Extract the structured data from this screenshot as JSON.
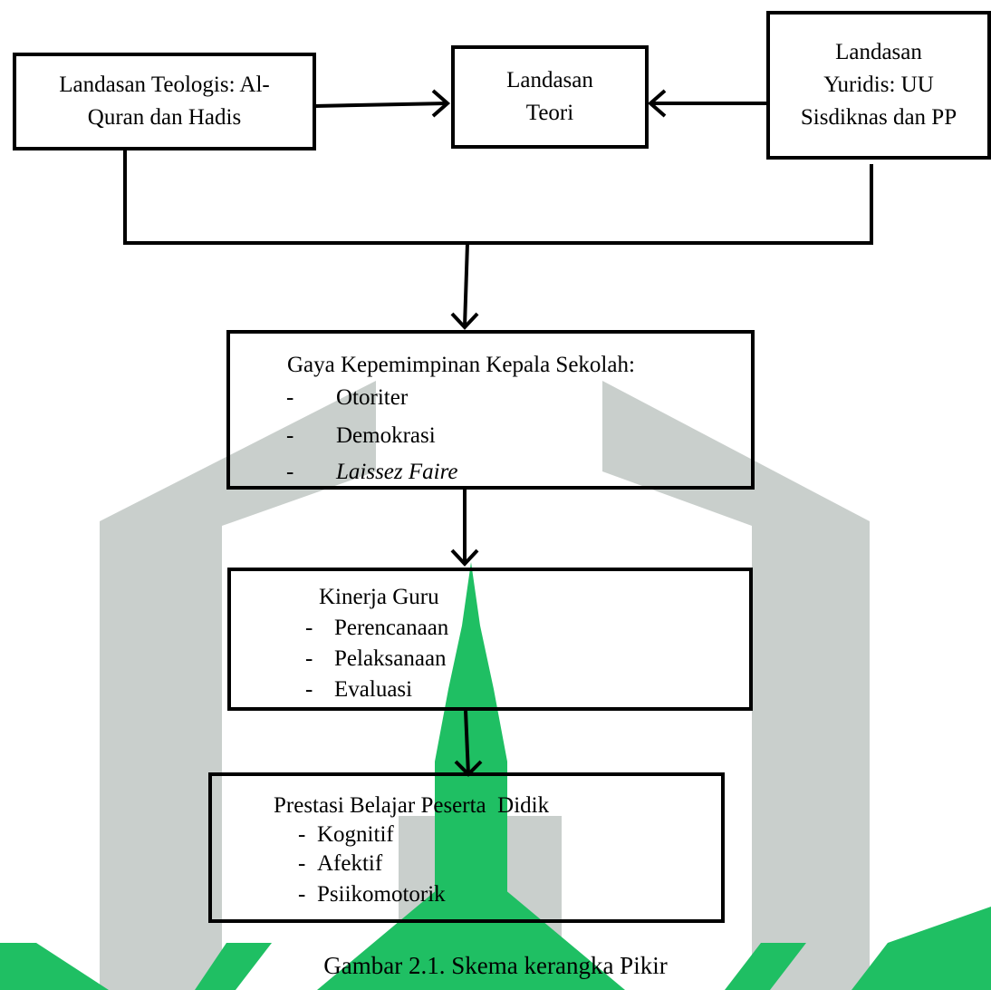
{
  "boxes": {
    "teologis": {
      "line1": "Landasan Teologis: Al-",
      "line2": "Quran dan Hadis"
    },
    "teori": {
      "line1": "Landasan",
      "line2": "Teori"
    },
    "yuridis": {
      "line1": "Landasan",
      "line2": "Yuridis: UU",
      "line3": "Sisdiknas dan PP"
    },
    "gaya": {
      "title": "Gaya Kepemimpinan Kepala Sekolah:",
      "items": [
        "Otoriter",
        "Demokrasi",
        "Laissez Faire"
      ]
    },
    "kinerja": {
      "title": "Kinerja Guru",
      "items": [
        "Perencanaan",
        "Pelaksanaan",
        "Evaluasi"
      ]
    },
    "prestasi": {
      "title": "Prestasi Belajar Peserta  Didik",
      "items": [
        "Kognitif",
        "Afektif",
        "Psiikomotorik"
      ]
    }
  },
  "bullet": "-",
  "caption": "Gambar 2.1. Skema kerangka Pikir",
  "watermark": {
    "gray": "#c9cfcc",
    "green": "#1fbf63"
  }
}
